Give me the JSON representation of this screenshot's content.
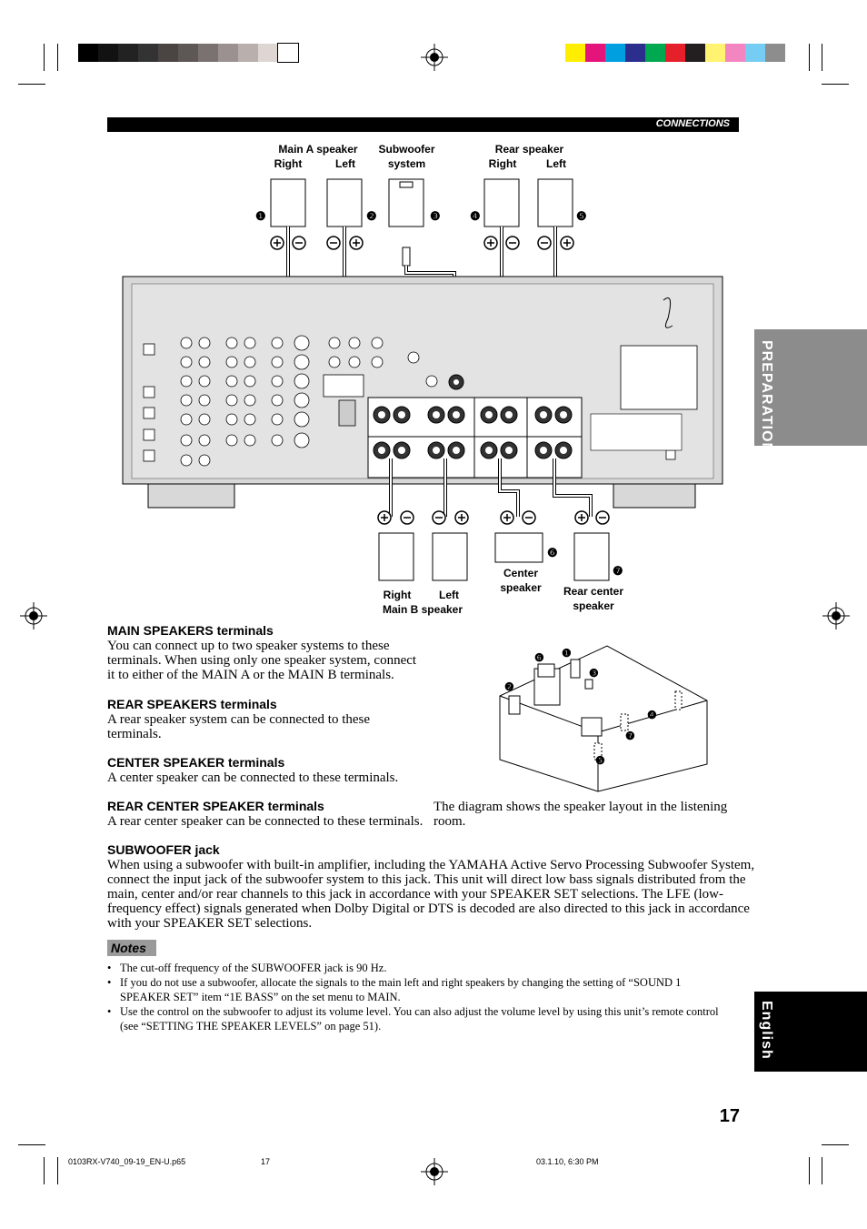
{
  "header": {
    "label": "CONNECTIONS"
  },
  "side_tabs": {
    "preparation": "PREPARATION",
    "english": "English"
  },
  "diagram": {
    "top_labels": {
      "main_a": "Main A speaker",
      "right1": "Right",
      "left1": "Left",
      "subwoofer": "Subwoofer",
      "system": "system",
      "rear": "Rear speaker",
      "right2": "Right",
      "left2": "Left"
    },
    "bottom_labels": {
      "right": "Right",
      "left": "Left",
      "main_b": "Main B speaker",
      "center": "Center",
      "center_speaker": "speaker",
      "rear_center": "Rear center",
      "rear_center_speaker": "speaker"
    },
    "numbers": [
      "1",
      "2",
      "3",
      "4",
      "5",
      "6",
      "7"
    ]
  },
  "sections": [
    {
      "heading": "MAIN SPEAKERS terminals",
      "lines": [
        "You can connect up to two speaker systems to these",
        "terminals. When using only one speaker system, connect",
        "it to either of the MAIN A or the MAIN B terminals."
      ]
    },
    {
      "heading": "REAR SPEAKERS terminals",
      "lines": [
        "A rear speaker system can be connected to these",
        "terminals."
      ]
    },
    {
      "heading": "CENTER SPEAKER terminals",
      "lines": [
        "A center speaker can be connected to these terminals."
      ]
    },
    {
      "heading": "REAR CENTER SPEAKER terminals",
      "lines": [
        "A rear center speaker can be connected to these terminals."
      ]
    },
    {
      "heading": "SUBWOOFER jack",
      "lines": [
        "When using a subwoofer with built-in amplifier, including the YAMAHA Active Servo Processing Subwoofer System,",
        "connect the input jack of the subwoofer system to this jack. This unit will direct low bass signals distributed from the",
        "main, center and/or rear channels to this jack in accordance with your SPEAKER SET selections. The LFE (low-",
        "frequency effect) signals generated when Dolby Digital or DTS is decoded are also directed to this jack in accordance",
        "with your SPEAKER SET selections."
      ]
    }
  ],
  "room_caption": [
    "The diagram shows the speaker layout in the listening",
    "room."
  ],
  "notes": {
    "title": "Notes",
    "items": [
      [
        "The cut-off frequency of the SUBWOOFER jack is 90 Hz."
      ],
      [
        "If you do not use a subwoofer, allocate the signals to the main left and right speakers by changing the setting of “SOUND 1",
        "SPEAKER SET” item “1E BASS” on the set menu to MAIN."
      ],
      [
        "Use the control on the subwoofer to adjust its volume level. You can also adjust the volume level by using this unit’s remote control",
        "(see “SETTING THE SPEAKER LEVELS” on page 51)."
      ]
    ]
  },
  "page_number": "17",
  "footer": {
    "file": "0103RX-V740_09-19_EN-U.p65",
    "page": "17",
    "date": "03.1.10, 6:30 PM"
  },
  "colors": {
    "gray_bar": [
      "#000000",
      "#121212",
      "#222222",
      "#333333",
      "#4a4543",
      "#5d5755",
      "#7a7270",
      "#9a9190",
      "#b9b0ae",
      "#ddd6d3",
      "#ffffff"
    ],
    "color_bar": [
      "#ffee00",
      "#e4147a",
      "#00a0e0",
      "#2b2e8c",
      "#00a84f",
      "#e5202b",
      "#231f20",
      "#fff370",
      "#f386c1",
      "#76cdf4",
      "#8d8d8d"
    ]
  }
}
